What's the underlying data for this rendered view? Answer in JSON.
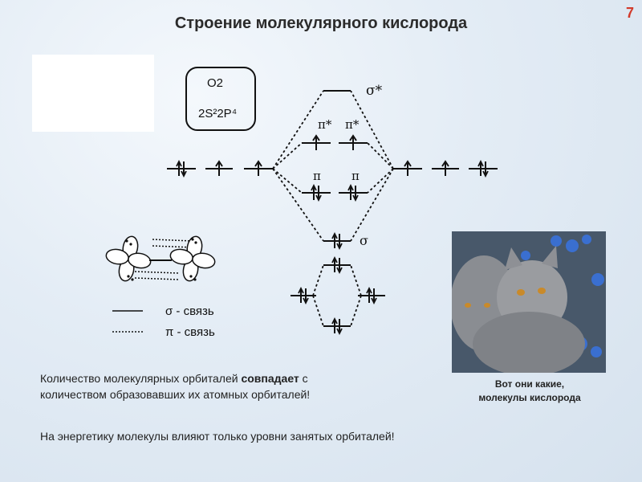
{
  "slide": {
    "title": "Строение молекулярного кислорода",
    "page_number": "7"
  },
  "config_box": {
    "formula": "O2",
    "configuration": "2S²2P⁴"
  },
  "mo_labels": {
    "sigma_star": "σ*",
    "pi_star_left": "π*",
    "pi_star_right": "π*",
    "pi_left": "π",
    "pi_right": "π",
    "sigma": "σ"
  },
  "legend": {
    "sigma_bond": "σ - связь",
    "pi_bond": "π - связь"
  },
  "text": {
    "line1_start": "Количество молекулярных орбиталей ",
    "line1_bold": "совпадает",
    "line1_end": " с",
    "line2": "количеством образовавших их атомных орбиталей!",
    "line3": "На энергетику молекулы влияют только уровни занятых орбиталей!"
  },
  "photo": {
    "caption_line1": "Вот они какие,",
    "caption_line2": "молекулы кислорода"
  },
  "colors": {
    "title": "#2b2b2b",
    "page_number": "#d23a2a",
    "lines": "#111111"
  }
}
